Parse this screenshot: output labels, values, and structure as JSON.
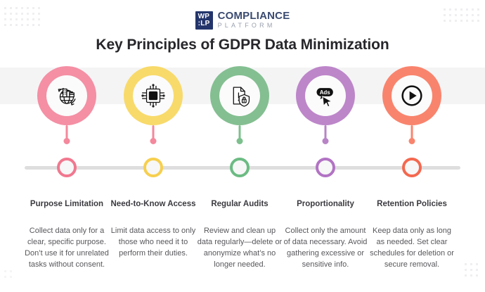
{
  "brand": {
    "mark_line1": "WP",
    "mark_line2": ":LP",
    "name": "COMPLIANCE",
    "subtitle": "PLATFORM"
  },
  "title": "Key Principles of GDPR Data Minimization",
  "theme": {
    "background": "#ffffff",
    "band": "#f4f4f5",
    "timeline": "#dedede",
    "title_color": "#27272b",
    "heading_color": "#3b3b40",
    "body_color": "#58585d",
    "brand_navy": "#24356b"
  },
  "steps": [
    {
      "heading": "Purpose Limitation",
      "body": "Collect data only for a clear, specific purpose. Don’t use it for unrelated tasks without consent.",
      "color": "#f48fa4",
      "connector_color": "#f4889c",
      "node_color": "#f1788f",
      "icon": "globe-buildings-briefcase-icon"
    },
    {
      "heading": "Need-to-Know Access",
      "body": "Limit data access to only those who need it to perform their duties.",
      "color": "#f8da6b",
      "connector_color": "#f4889c",
      "node_color": "#f6cf4e",
      "icon": "microchip-icon"
    },
    {
      "heading": "Regular Audits",
      "body": "Review and clean up data regularly—delete or anonymize what’s no longer needed.",
      "color": "#84bf91",
      "connector_color": "#7cc08d",
      "node_color": "#6cbb83",
      "icon": "document-alert-shield-lock-icon"
    },
    {
      "heading": "Proportionality",
      "body": "Collect only the amount of data necessary. Avoid gathering excessive or sensitive info.",
      "color": "#bd86c9",
      "connector_color": "#b884c6",
      "node_color": "#b273c4",
      "icon": "ads-cursor-icon"
    },
    {
      "heading": "Retention Policies",
      "body": "Keep data only as long as needed. Set clear schedules for deletion or secure removal.",
      "color": "#f9846d",
      "connector_color": "#f9846d",
      "node_color": "#f4684f",
      "icon": "play-button-icon"
    }
  ]
}
